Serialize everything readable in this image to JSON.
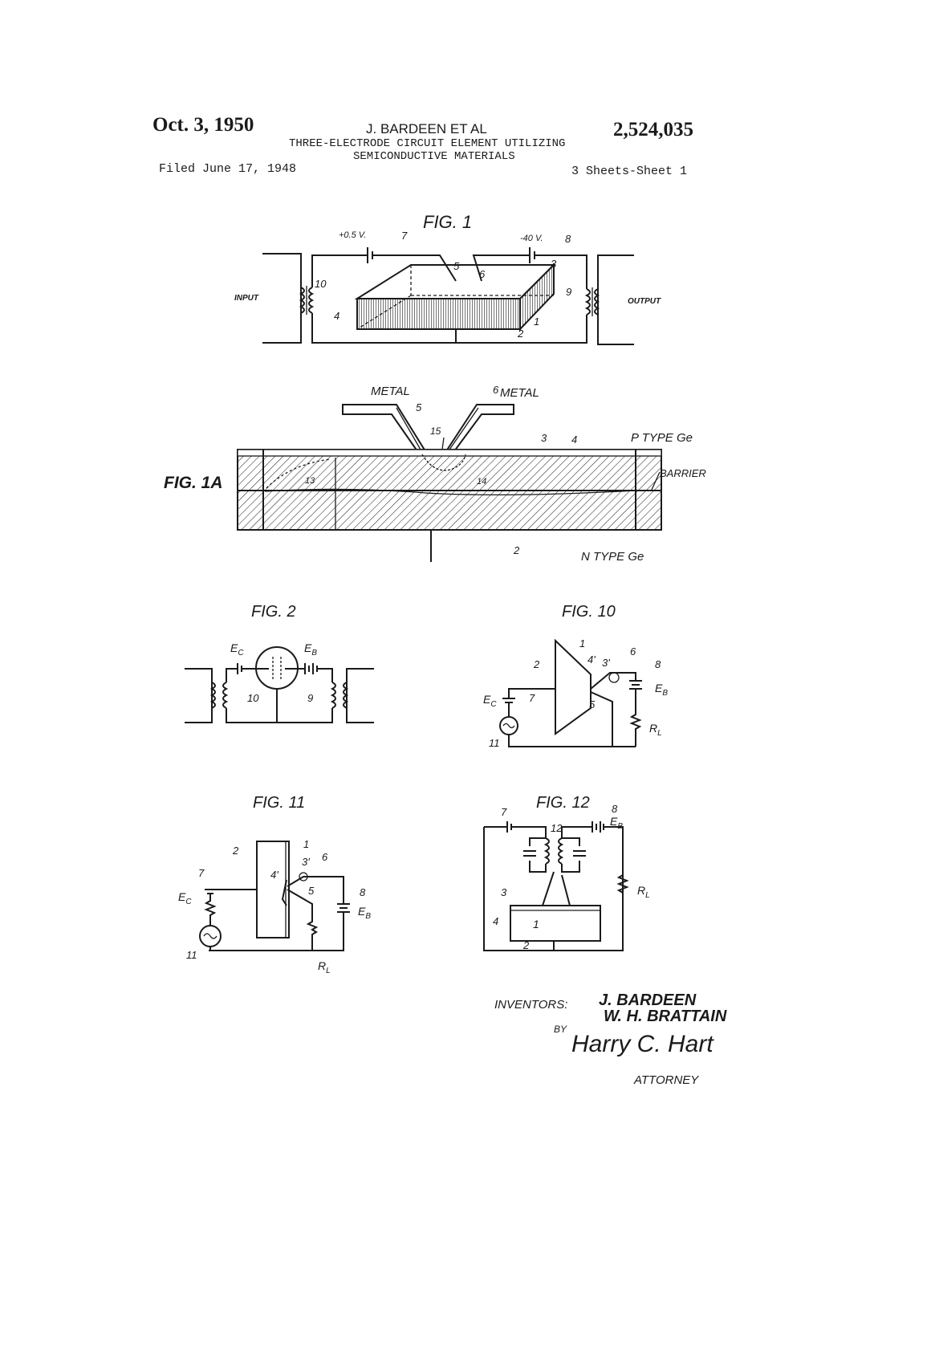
{
  "header": {
    "date": "Oct. 3, 1950",
    "inventor": "J. BARDEEN ET AL",
    "patent_number": "2,524,035",
    "title_line1": "THREE-ELECTRODE CIRCUIT ELEMENT UTILIZING",
    "title_line2": "SEMICONDUCTIVE MATERIALS",
    "filed": "Filed June 17, 1948",
    "sheets": "3 Sheets-Sheet 1"
  },
  "fig1": {
    "title": "FIG. 1",
    "input_label": "INPUT",
    "output_label": "OUTPUT",
    "voltage_left": "+0.5 V.",
    "voltage_right": "-40 V.",
    "refs": [
      "7",
      "8",
      "5",
      "6",
      "3",
      "10",
      "9",
      "4",
      "1",
      "2"
    ]
  },
  "fig1a": {
    "title": "FIG. 1A",
    "metal_left": "METAL",
    "metal_right": "METAL",
    "p_type": "P TYPE Ge",
    "barrier": "BARRIER",
    "n_type": "N TYPE Ge",
    "refs": [
      "6",
      "5",
      "15",
      "3",
      "4",
      "13",
      "14",
      "2"
    ]
  },
  "fig2": {
    "title": "FIG. 2",
    "ec": "E",
    "ec_sub": "C",
    "eb": "E",
    "eb_sub": "B",
    "refs": [
      "10",
      "9"
    ]
  },
  "fig10": {
    "title": "FIG. 10",
    "ec": "E",
    "ec_sub": "C",
    "eb": "E",
    "eb_sub": "B",
    "rl": "R",
    "rl_sub": "L",
    "refs": [
      "1",
      "2",
      "4'",
      "3'",
      "6",
      "8",
      "7",
      "5",
      "11"
    ]
  },
  "fig11": {
    "title": "FIG. 11",
    "ec": "E",
    "ec_sub": "C",
    "eb": "E",
    "eb_sub": "B",
    "rl": "R",
    "rl_sub": "L",
    "refs": [
      "2",
      "1",
      "7",
      "4'",
      "3'",
      "6",
      "5",
      "8",
      "11"
    ]
  },
  "fig12": {
    "title": "FIG. 12",
    "eb": "E",
    "eb_sub": "B",
    "rl": "R",
    "rl_sub": "L",
    "refs": [
      "7",
      "12",
      "8",
      "3",
      "4",
      "1",
      "2"
    ]
  },
  "signature": {
    "inventors_label": "INVENTORS:",
    "inventor1": "J. BARDEEN",
    "inventor2": "W. H. BRATTAIN",
    "by": "BY",
    "attorney_signature": "Harry C. Hart",
    "attorney_label": "ATTORNEY"
  }
}
